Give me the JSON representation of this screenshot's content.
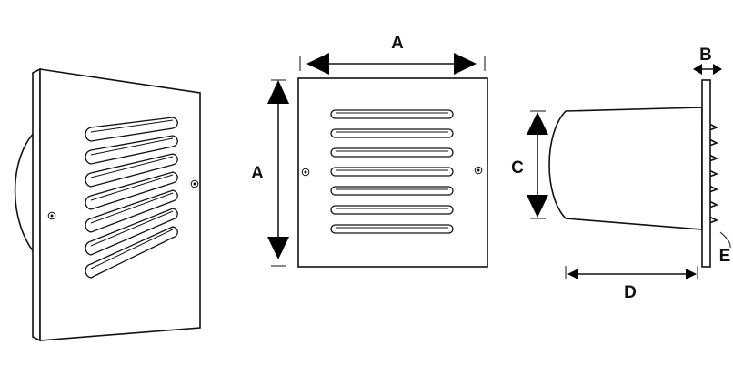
{
  "labels": {
    "front_width": "A",
    "front_height": "A",
    "flange_thickness": "B",
    "duct_diameter": "C",
    "duct_length": "D",
    "louver_detail": "E"
  }
}
